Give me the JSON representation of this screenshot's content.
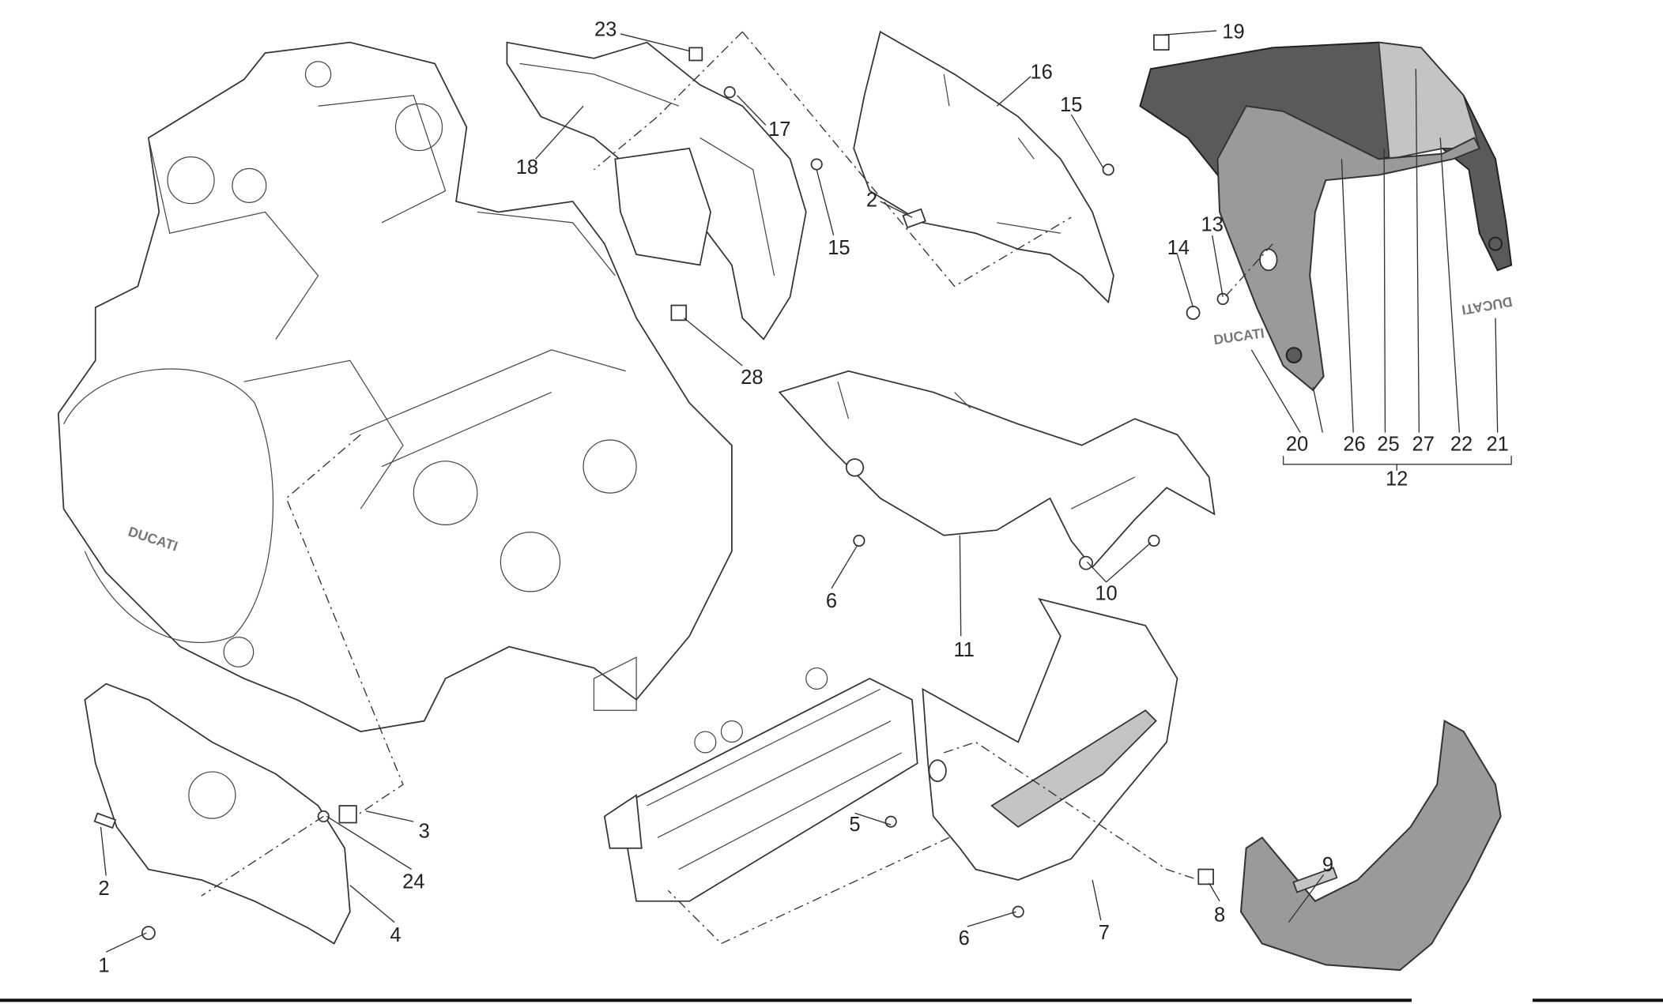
{
  "diagram": {
    "callouts": {
      "c1": "1",
      "c2a": "2",
      "c2b": "2",
      "c3": "3",
      "c4": "4",
      "c5": "5",
      "c6a": "6",
      "c6b": "6",
      "c7": "7",
      "c8": "8",
      "c9": "9",
      "c10": "10",
      "c11": "11",
      "c12": "12",
      "c13": "13",
      "c14": "14",
      "c15a": "15",
      "c15b": "15",
      "c16": "16",
      "c17": "17",
      "c18": "18",
      "c19": "19",
      "c20": "20",
      "c21": "21",
      "c22": "22",
      "c23": "23",
      "c24": "24",
      "c25": "25",
      "c26": "26",
      "c27": "27",
      "c28": "28"
    },
    "decals": {
      "engine_brand": "DUCATI",
      "decal_20": "DUCATI",
      "decal_21": "DUCATI"
    }
  }
}
